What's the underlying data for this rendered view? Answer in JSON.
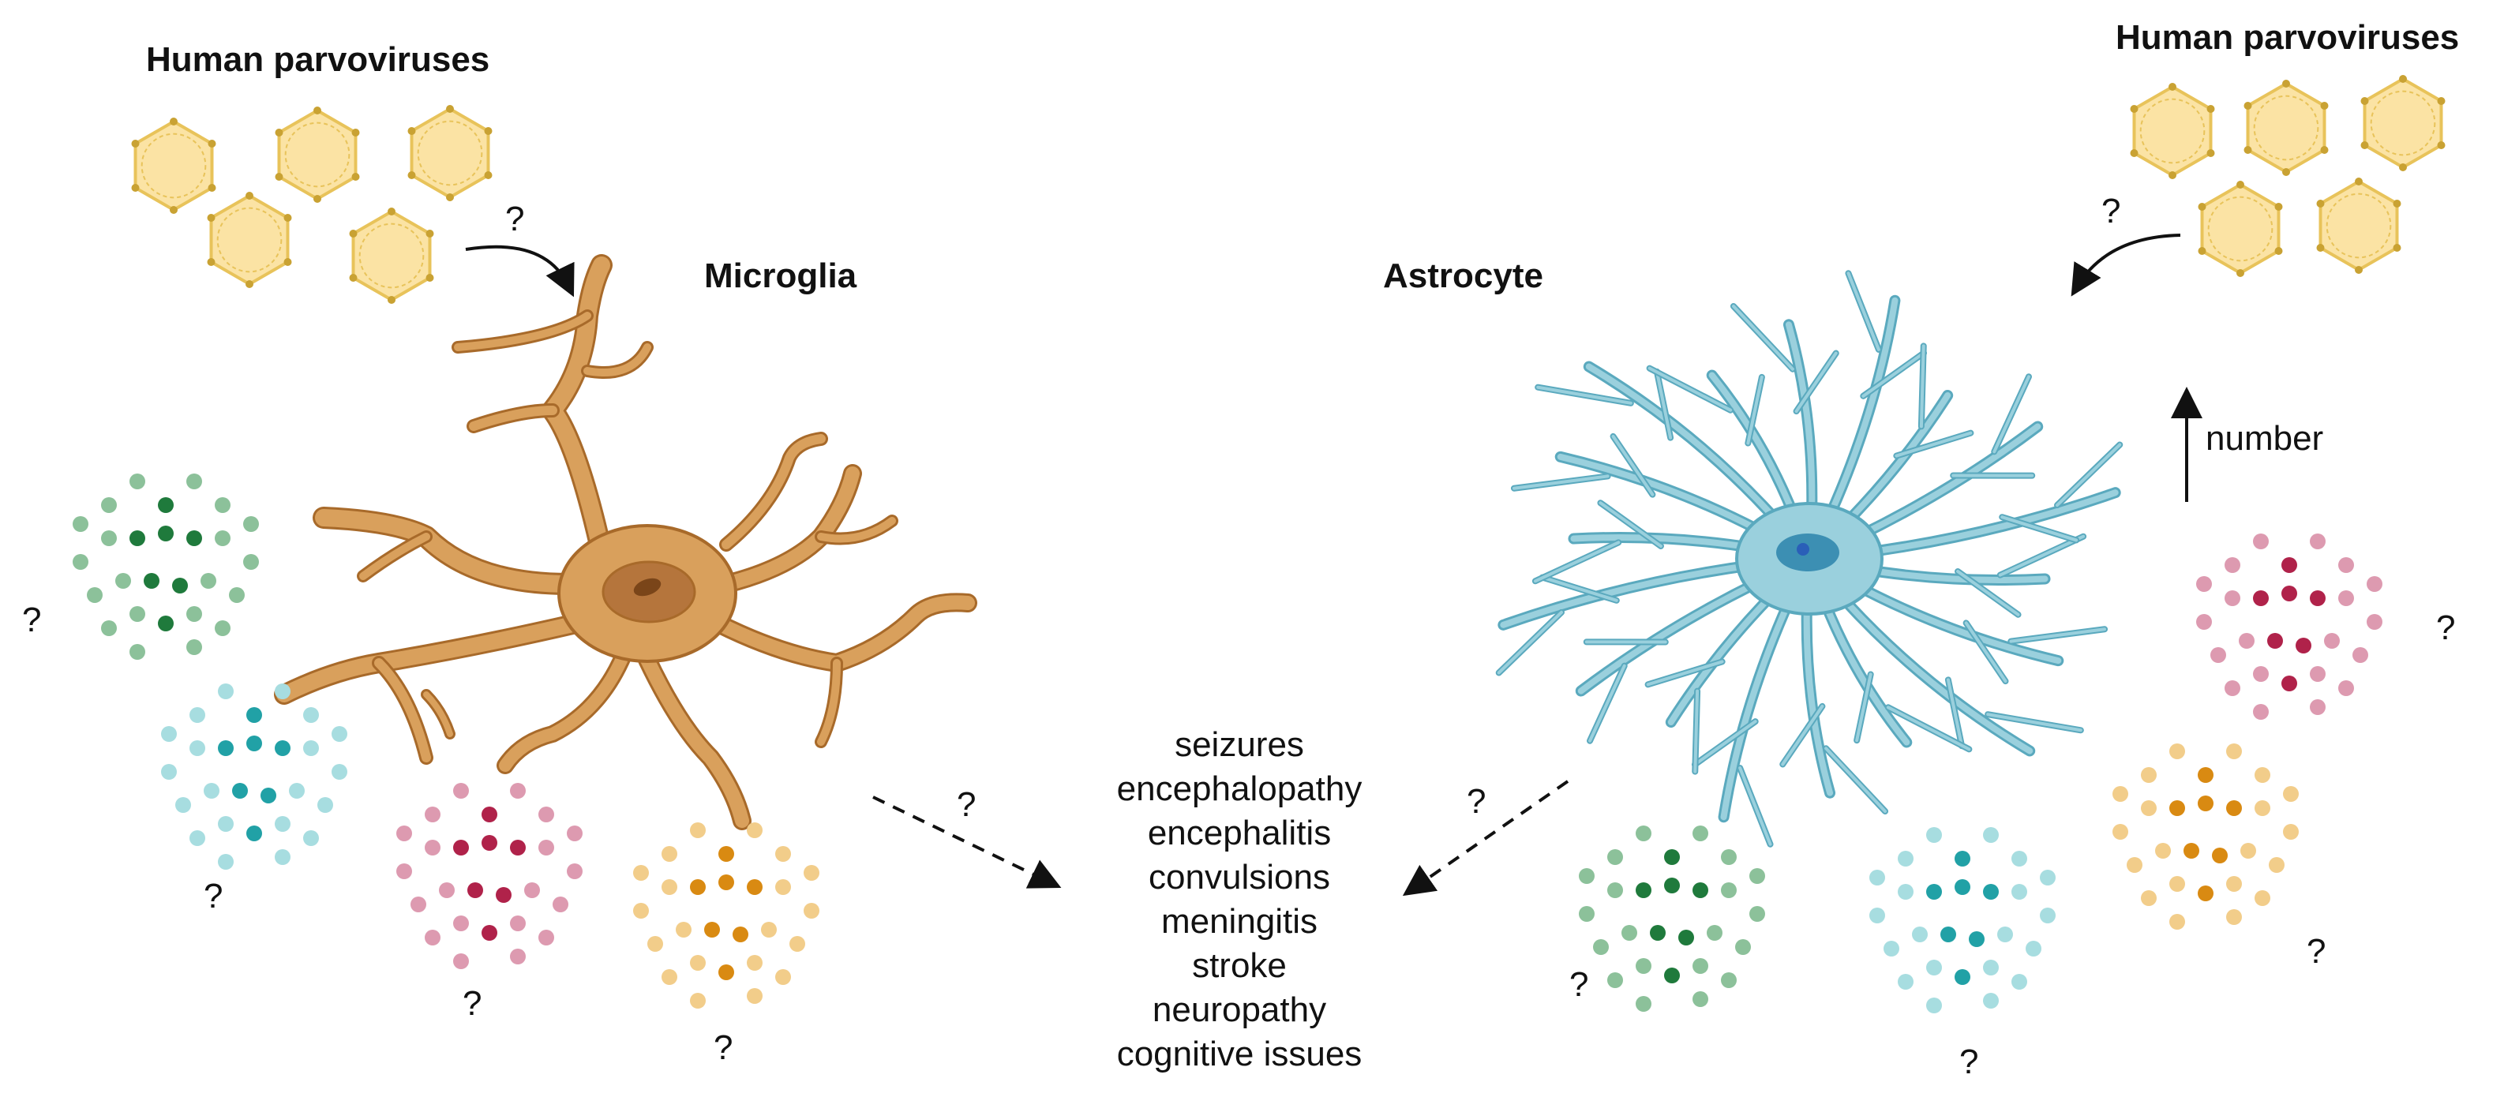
{
  "labels": {
    "virus_left": "Human parvoviruses",
    "virus_right": "Human parvoviruses",
    "microglia": "Microglia",
    "astrocyte": "Astrocyte",
    "number": "number",
    "q": "?"
  },
  "outcomes": [
    "seizures",
    "encephalopathy",
    "encephalitis",
    "convulsions",
    "meningitis",
    "stroke",
    "neuropathy",
    "cognitive issues"
  ],
  "colors": {
    "virus_fill": "#fbe3a4",
    "virus_stroke": "#e8c35a",
    "virus_vertex": "#c9a233",
    "microglia_fill": "#d9a05c",
    "microglia_stroke": "#a86a2a",
    "microglia_nucleus": "#b5753c",
    "microglia_nucleolus": "#7a4519",
    "astrocyte_fill": "#9ad0dd",
    "astrocyte_stroke": "#5aa9be",
    "astrocyte_nucleus": "#3c8fb3",
    "astrocyte_nucleolus": "#2a5fb8",
    "green_dark": "#1f7a3c",
    "green_light": "#8cc19a",
    "teal_dark": "#21a1a6",
    "teal_light": "#a7dde0",
    "red_dark": "#b0224a",
    "red_light": "#dd9ab0",
    "orange_dark": "#d98a12",
    "orange_light": "#f2cd8a"
  }
}
